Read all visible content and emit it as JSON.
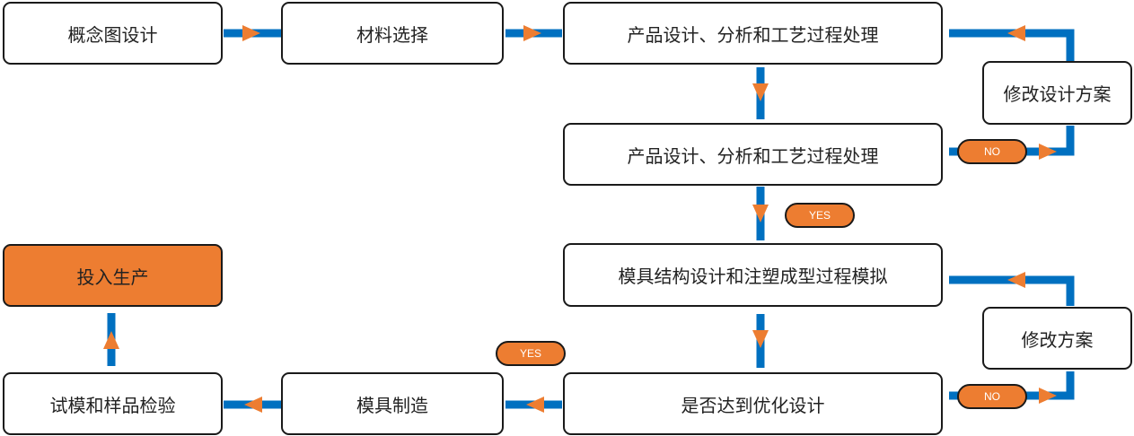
{
  "colors": {
    "connector": "#0070C0",
    "arrow": "#ED7D31",
    "accent": "#ED7D31",
    "border": "#1a1a1a"
  },
  "nodes": {
    "concept_design": "概念图设计",
    "material_selection": "材料选择",
    "product_design_1": "产品设计、分析和工艺过程处理",
    "product_design_2": "产品设计、分析和工艺过程处理",
    "modify_design_plan": "修改设计方案",
    "mold_structure": "模具结构设计和注塑成型过程模拟",
    "modify_plan": "修改方案",
    "optimized_check": "是否达到优化设计",
    "mold_manufacture": "模具制造",
    "trial_inspection": "试模和样品检验",
    "production": "投入生产"
  },
  "labels": {
    "no_1": "NO",
    "yes_1": "YES",
    "yes_2": "YES",
    "no_2": "NO"
  }
}
